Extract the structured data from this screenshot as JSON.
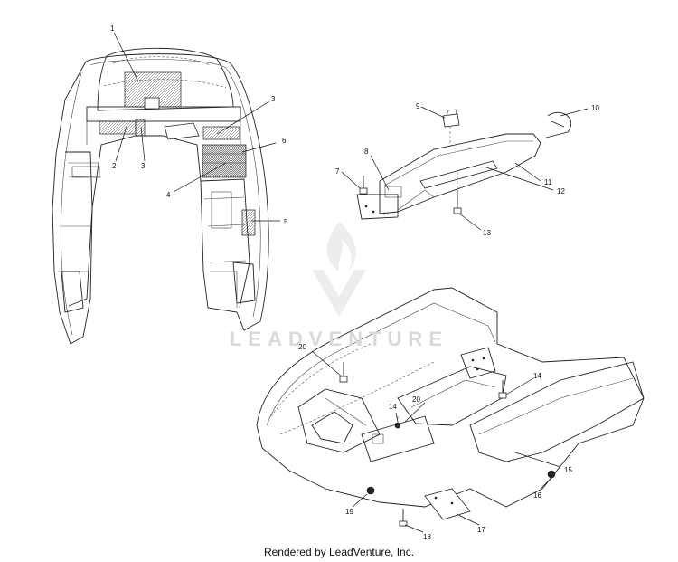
{
  "callouts": {
    "c1": "1",
    "c2": "2",
    "c3a": "3",
    "c3b": "3",
    "c4": "4",
    "c5": "5",
    "c6": "6",
    "c7": "7",
    "c8": "8",
    "c9": "9",
    "c10": "10",
    "c11": "11",
    "c12": "12",
    "c13": "13",
    "c14a": "14",
    "c14b": "14",
    "c15": "15",
    "c16": "16",
    "c17": "17",
    "c18": "18",
    "c19": "19",
    "c20a": "20",
    "c20b": "20"
  },
  "watermark": {
    "text": "LEADVENTURE",
    "logo_icon": "flame-v-logo-icon"
  },
  "footer": {
    "text": "Rendered by LeadVenture, Inc."
  },
  "colors": {
    "line": "#222222",
    "watermark": "#d9d9d9",
    "background": "#ffffff"
  }
}
